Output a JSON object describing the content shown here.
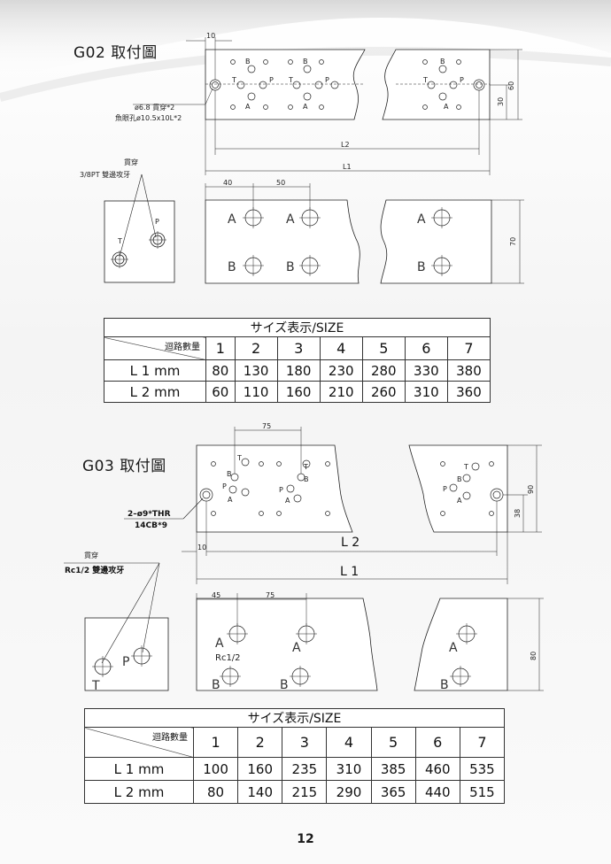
{
  "g02": {
    "title": "G02 取付圖",
    "dims": {
      "d10": "10",
      "d30": "30",
      "d60": "60",
      "d40": "40",
      "d50": "50",
      "d70": "70",
      "l1": "L1",
      "l2": "L2"
    },
    "callouts": {
      "bolt": "ø6.8 貫穿*2",
      "counterbore": "魚眼孔ø10.5x10L*2",
      "through": "貫穿",
      "thread": "3/8PT 雙邊攻牙"
    },
    "ports": {
      "b": "B",
      "t": "T",
      "p": "P",
      "a": "A"
    },
    "table": {
      "caption": "サイズ表示/SIZE",
      "corner": "迴路數量",
      "headers": [
        "1",
        "2",
        "3",
        "4",
        "5",
        "6",
        "7"
      ],
      "rows": [
        {
          "label": "L 1 mm",
          "values": [
            "80",
            "130",
            "180",
            "230",
            "280",
            "330",
            "380"
          ]
        },
        {
          "label": "L 2 mm",
          "values": [
            "60",
            "110",
            "160",
            "210",
            "260",
            "310",
            "360"
          ]
        }
      ]
    }
  },
  "g03": {
    "title": "G03 取付圖",
    "dims": {
      "d75": "75",
      "d90": "90",
      "d38": "38",
      "d10": "10",
      "d45": "45",
      "d75b": "75",
      "d80": "80",
      "l1": "L 1",
      "l2": "L 2"
    },
    "callouts": {
      "bolt": "2–ø9*THR",
      "counterbore": "14CB*9",
      "through": "貫穿",
      "thread": "Rc1/2 雙邊攻牙",
      "thread2": "Rc1/2"
    },
    "ports": {
      "b": "B",
      "t": "T",
      "p": "P",
      "a": "A"
    },
    "table": {
      "caption": "サイズ表示/SIZE",
      "corner": "迴路數量",
      "headers": [
        "1",
        "2",
        "3",
        "4",
        "5",
        "6",
        "7"
      ],
      "rows": [
        {
          "label": "L 1 mm",
          "values": [
            "100",
            "160",
            "235",
            "310",
            "385",
            "460",
            "535"
          ]
        },
        {
          "label": "L 2 mm",
          "values": [
            "80",
            "140",
            "215",
            "290",
            "365",
            "440",
            "515"
          ]
        }
      ]
    }
  },
  "page_number": "12"
}
